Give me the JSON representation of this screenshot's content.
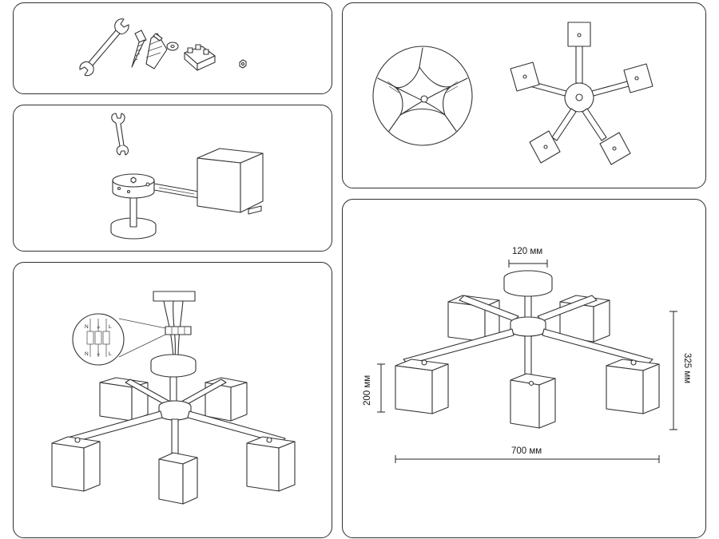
{
  "dimensions": {
    "canopy_diameter": "120 мм",
    "cube_height": "200 мм",
    "total_height": "325 мм",
    "total_width": "700 мм"
  },
  "wiring_labels": {
    "neutral": "N",
    "live": "L",
    "earth_symbol": "⏚"
  },
  "panels": [
    {
      "id": "hardware-kit",
      "icons": [
        "wrench-icon",
        "screw-icon",
        "wall-plug-icon",
        "washer-icon",
        "terminal-block-icon",
        "nut-icon"
      ]
    },
    {
      "id": "arm-mounting-step",
      "icons": [
        "wrench-icon"
      ]
    },
    {
      "id": "wiring-step",
      "icons": [
        "terminal-block-icon"
      ]
    },
    {
      "id": "hub-detail-step",
      "icons": []
    },
    {
      "id": "dimensions-drawing",
      "icons": []
    }
  ],
  "colors": {
    "line": "#333333",
    "background": "#ffffff"
  }
}
